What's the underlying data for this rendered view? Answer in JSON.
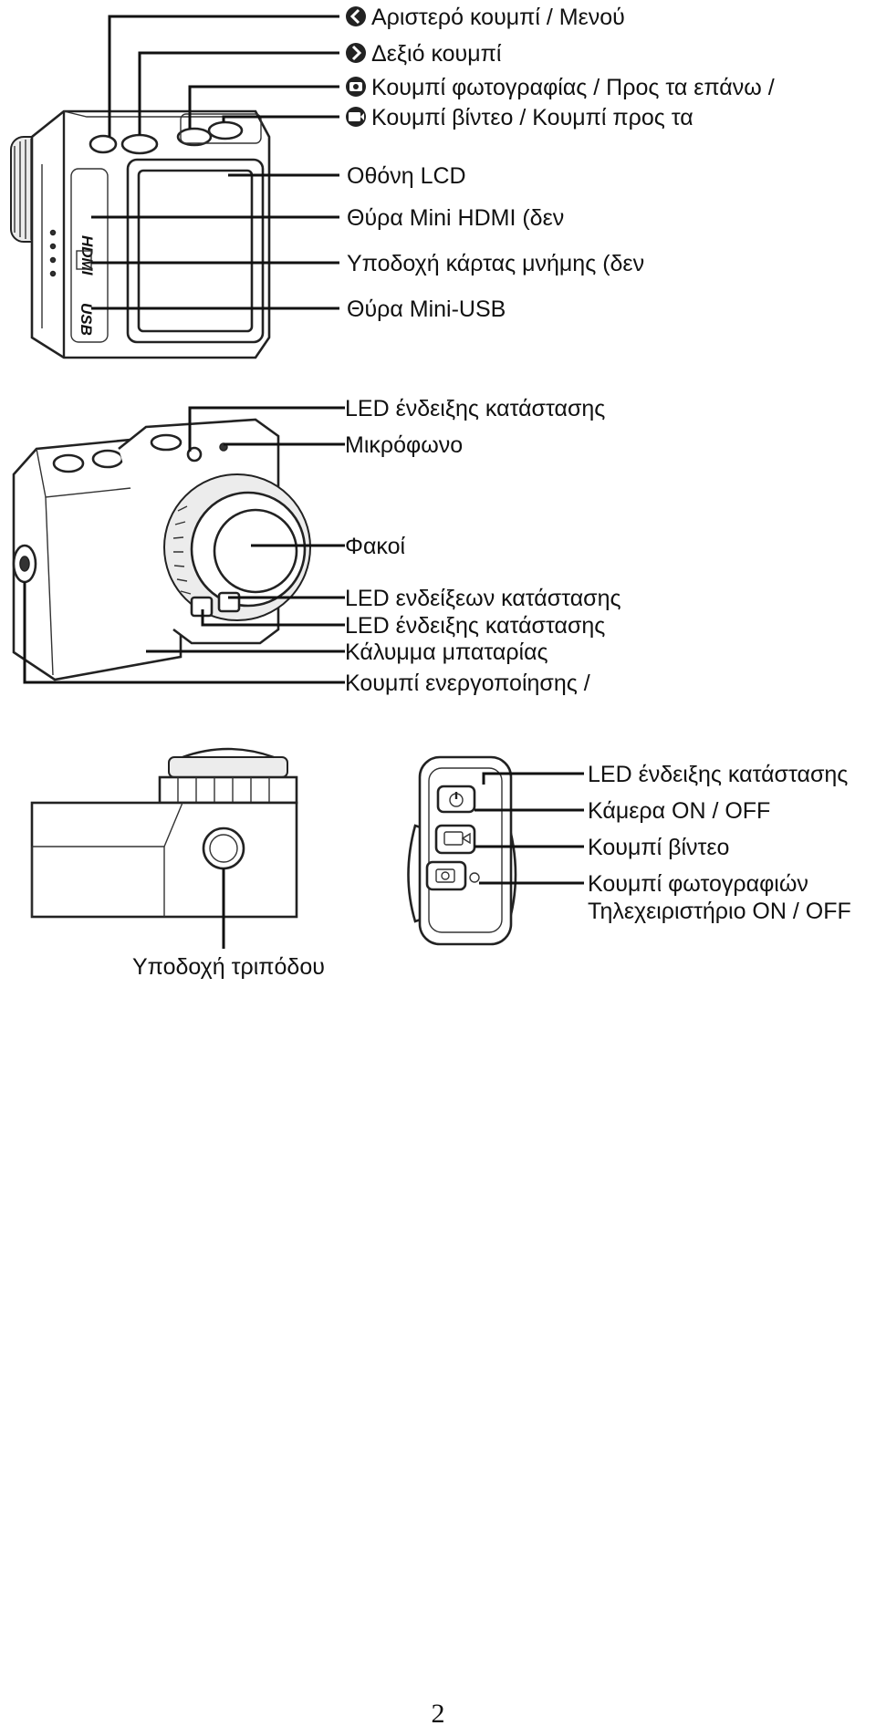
{
  "diagram1": {
    "labels": [
      "Αριστερό κουμπί / Μενού",
      "Δεξιό κουμπί",
      "Κουμπί φωτογραφίας / Προς τα επάνω /",
      "Κουμπί βίντεο / Κουμπί προς τα",
      "Οθόνη LCD",
      "Θύρα Mini HDMI (δεν",
      "Υποδοχή κάρτας μνήμης (δεν",
      "Θύρα Mini-USB"
    ],
    "port_text": {
      "hdmi": "HDMI",
      "usb": "USB"
    }
  },
  "diagram2": {
    "labels": [
      "LED ένδειξης κατάστασης",
      "Μικρόφωνο",
      "Φακοί",
      "LED ενδείξεων κατάστασης",
      "LED ένδειξης κατάστασης",
      "Κάλυμμα μπαταρίας",
      "Κουμπί ενεργοποίησης /"
    ]
  },
  "diagram3": {
    "tripod_label": "Υποδοχή τριπόδου"
  },
  "diagram4": {
    "labels": [
      "LED ένδειξης κατάστασης",
      "Κάμερα ON / OFF",
      "Κουμπί βίντεο",
      "Κουμπί φωτογραφιών",
      "Τηλεχειριστήριο ON / OFF"
    ]
  },
  "icons": [
    "chevron-left-icon",
    "chevron-right-icon",
    "camera-icon",
    "video-icon"
  ],
  "page_number": "2"
}
